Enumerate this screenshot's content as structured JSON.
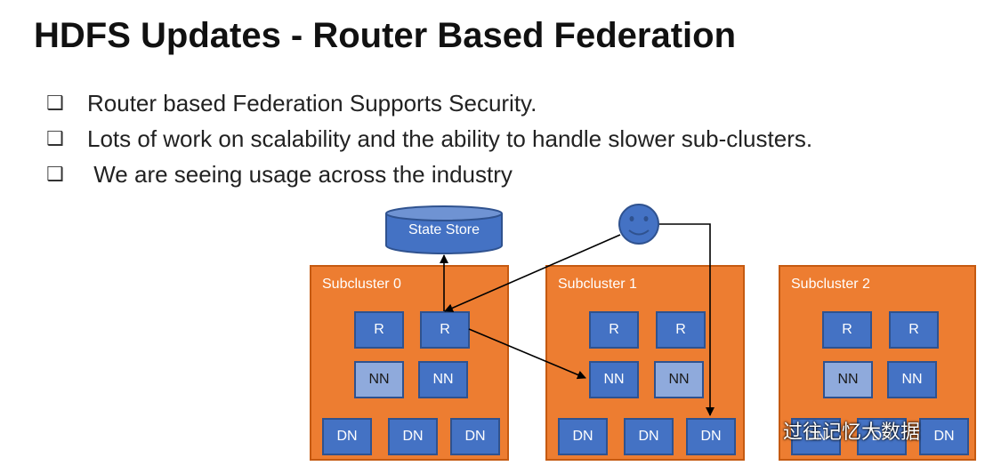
{
  "title": "HDFS Updates - Router Based Federation",
  "bullets": [
    "Router based Federation Supports Security.",
    "Lots of work on scalability and the ability to handle slower sub-clusters.",
    " We are seeing usage across the industry"
  ],
  "bullet_icon": "hollow-square-icon",
  "diagram": {
    "state_store": "State Store",
    "subclusters": [
      {
        "label": "Subcluster 0",
        "routers": [
          "R",
          "R"
        ],
        "namenodes": [
          "NN",
          "NN"
        ],
        "datanodes": [
          "DN",
          "DN",
          "DN"
        ]
      },
      {
        "label": "Subcluster 1",
        "routers": [
          "R",
          "R"
        ],
        "namenodes": [
          "NN",
          "NN"
        ],
        "datanodes": [
          "DN",
          "DN",
          "DN"
        ]
      },
      {
        "label": "Subcluster 2",
        "routers": [
          "R",
          "R"
        ],
        "namenodes": [
          "NN",
          "NN"
        ],
        "datanodes": [
          "DN",
          "DN",
          "DN"
        ]
      }
    ],
    "colors": {
      "subcluster": "#ed7d31",
      "node": "#4472c4",
      "standby_node": "#8faadc",
      "client": "#4472c4"
    }
  },
  "watermark": "过往记忆大数据"
}
